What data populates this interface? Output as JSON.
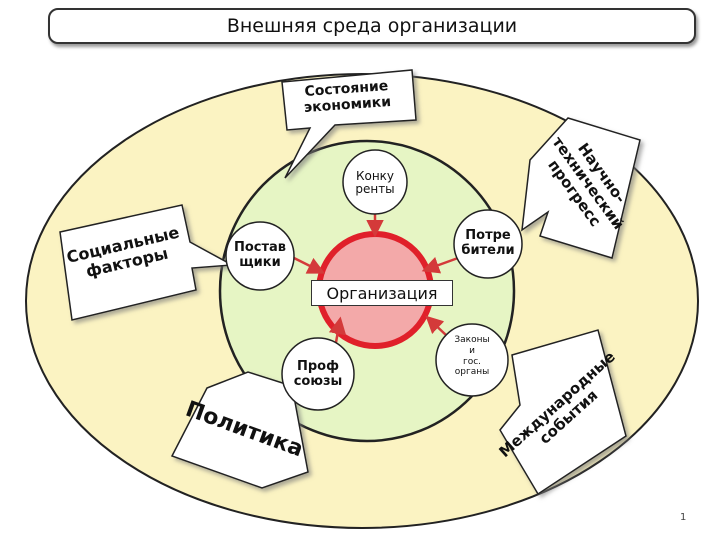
{
  "title": "Внешняя среда организации",
  "center": {
    "label": "Организация"
  },
  "inner_factors": [
    {
      "id": "competitors",
      "label": "Конку\nренты"
    },
    {
      "id": "consumers",
      "label": "Потре\nбители"
    },
    {
      "id": "suppliers",
      "label": "Постав\nщики"
    },
    {
      "id": "unions",
      "label": "Проф\nсоюзы"
    },
    {
      "id": "laws",
      "label": "Законы\nи\nгос.\nорганы"
    }
  ],
  "outer_factors": [
    {
      "id": "economy",
      "label": "Состояние\nэкономики"
    },
    {
      "id": "social",
      "label": "Социальные\nфакторы"
    },
    {
      "id": "science",
      "label": "Научно-\nтехнический\nпрогресс"
    },
    {
      "id": "politics",
      "label": "Политика"
    },
    {
      "id": "international",
      "label": "Международные\nсобытия"
    }
  ],
  "colors": {
    "outer_ring": "#fbf3c2",
    "inner_circle": "#e6f5c4",
    "org_fill": "#f3a9a9",
    "org_ring": "#e0202a",
    "arrow": "#d43a3a"
  },
  "page_number": "1"
}
